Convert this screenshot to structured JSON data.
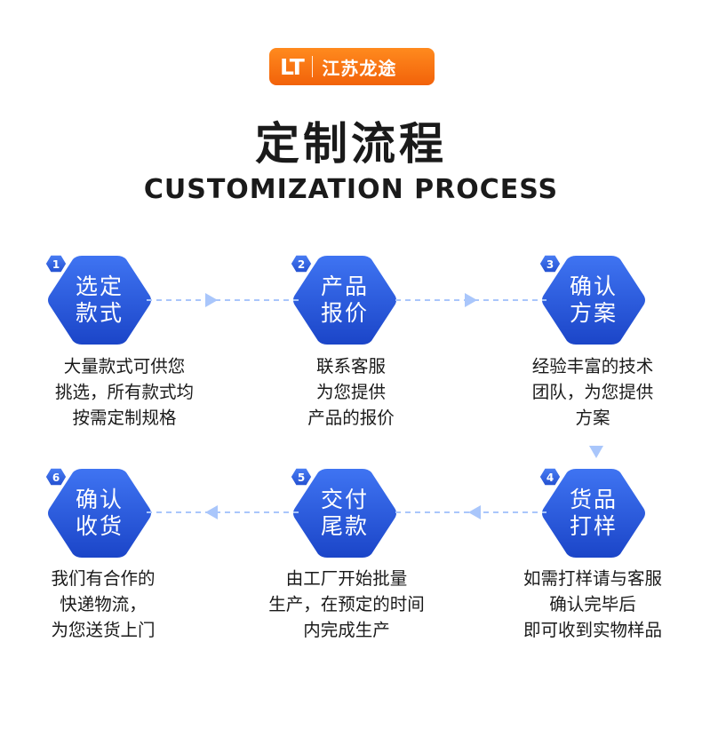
{
  "brand": {
    "mark": "LT",
    "name": "江苏龙途",
    "color": "#f57010"
  },
  "title": {
    "cn": "定制流程",
    "en": "CUSTOMIZATION PROCESS"
  },
  "colors": {
    "hex_top": "#3a6ff0",
    "hex_bottom": "#1d48cc",
    "connector": "#a9c6fb"
  },
  "steps": [
    {
      "num": "1",
      "line1": "选定",
      "line2": "款式",
      "desc": [
        "大量款式可供您",
        "挑选，所有款式均",
        "按需定制规格"
      ]
    },
    {
      "num": "2",
      "line1": "产品",
      "line2": "报价",
      "desc": [
        "联系客服",
        "为您提供",
        "产品的报价"
      ]
    },
    {
      "num": "3",
      "line1": "确认",
      "line2": "方案",
      "desc": [
        "经验丰富的技术",
        "团队，为您提供",
        "方案"
      ]
    },
    {
      "num": "4",
      "line1": "货品",
      "line2": "打样",
      "desc": [
        "如需打样请与客服",
        "确认完毕后",
        "即可收到实物样品"
      ]
    },
    {
      "num": "5",
      "line1": "交付",
      "line2": "尾款",
      "desc": [
        "由工厂开始批量",
        "生产，在预定的时间",
        "内完成生产"
      ]
    },
    {
      "num": "6",
      "line1": "确认",
      "line2": "收货",
      "desc": [
        "我们有合作的",
        "快递物流，",
        "为您送货上门"
      ]
    }
  ]
}
